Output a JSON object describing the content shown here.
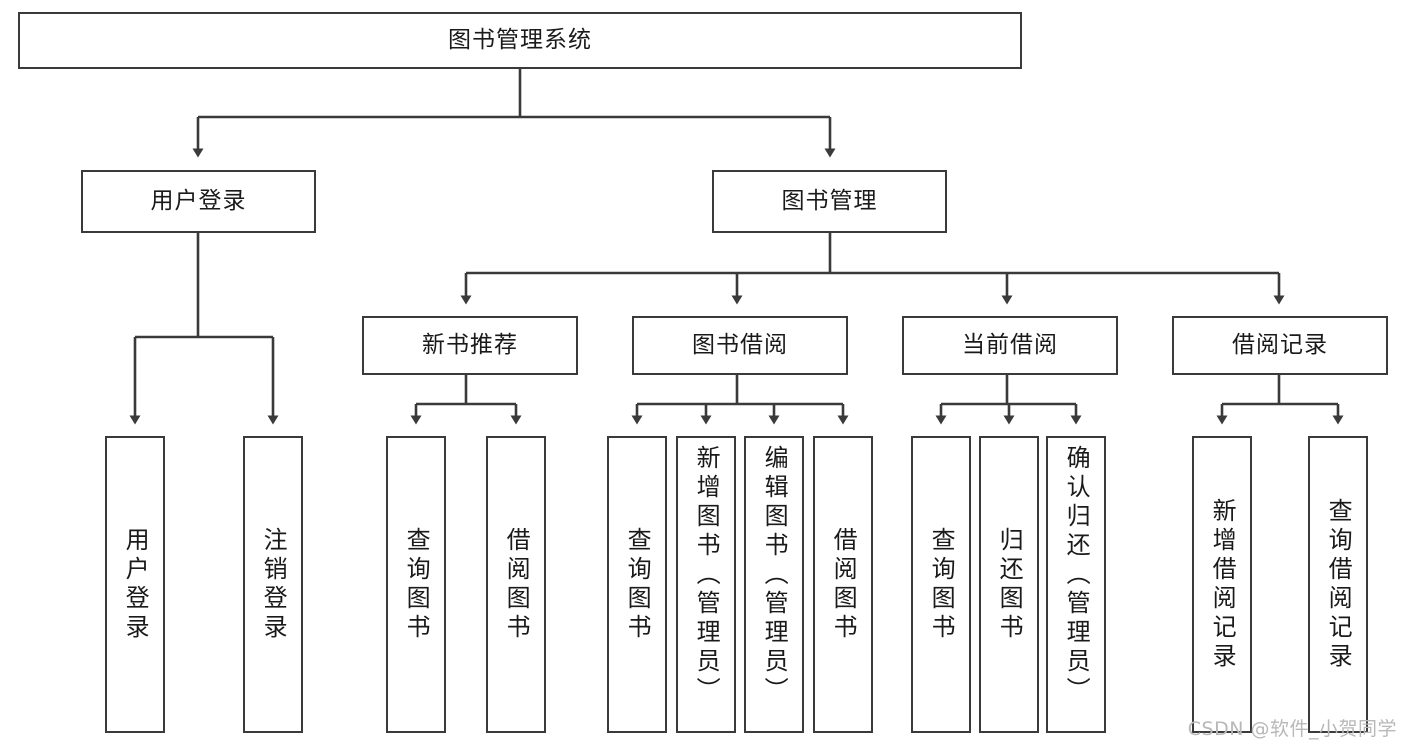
{
  "diagram": {
    "title": "图书管理系统",
    "type": "tree",
    "watermark": "CSDN @软件_小贺同学",
    "colors": {
      "box_border": "#3a3a3a",
      "box_fill": "#ffffff",
      "connector": "#3a3a3a",
      "text": "#1a1a1a",
      "watermark": "#b8b8b8"
    },
    "nodes": {
      "root": {
        "label": "图书管理系统",
        "level": 1,
        "orientation": "horizontal"
      },
      "user_login": {
        "label": "用户登录",
        "level": 2,
        "orientation": "horizontal"
      },
      "book_manage": {
        "label": "图书管理",
        "level": 2,
        "orientation": "horizontal"
      },
      "new_book_rec": {
        "label": "新书推荐",
        "level": 3,
        "orientation": "horizontal"
      },
      "book_borrow": {
        "label": "图书借阅",
        "level": 3,
        "orientation": "horizontal"
      },
      "current_borrow": {
        "label": "当前借阅",
        "level": 3,
        "orientation": "horizontal"
      },
      "borrow_record": {
        "label": "借阅记录",
        "level": 3,
        "orientation": "horizontal"
      },
      "leaf_user_login": {
        "label": "用户登录",
        "level": 4,
        "orientation": "vertical"
      },
      "leaf_logout": {
        "label": "注销登录",
        "level": 4,
        "orientation": "vertical"
      },
      "leaf_query_book_1": {
        "label": "查询图书",
        "level": 4,
        "orientation": "vertical"
      },
      "leaf_borrow_book_1": {
        "label": "借阅图书",
        "level": 4,
        "orientation": "vertical"
      },
      "leaf_query_book_2": {
        "label": "查询图书",
        "level": 4,
        "orientation": "vertical"
      },
      "leaf_add_book": {
        "label": "新增图书（管理员）",
        "level": 4,
        "orientation": "vertical"
      },
      "leaf_edit_book": {
        "label": "编辑图书（管理员）",
        "level": 4,
        "orientation": "vertical"
      },
      "leaf_borrow_book_2": {
        "label": "借阅图书",
        "level": 4,
        "orientation": "vertical"
      },
      "leaf_query_book_3": {
        "label": "查询图书",
        "level": 4,
        "orientation": "vertical"
      },
      "leaf_return_book": {
        "label": "归还图书",
        "level": 4,
        "orientation": "vertical"
      },
      "leaf_confirm_return": {
        "label": "确认归还（管理员）",
        "level": 4,
        "orientation": "vertical"
      },
      "leaf_add_record": {
        "label": "新增借阅记录",
        "level": 4,
        "orientation": "vertical"
      },
      "leaf_query_record": {
        "label": "查询借阅记录",
        "level": 4,
        "orientation": "vertical"
      }
    },
    "edges": [
      {
        "from": "root",
        "to": "user_login"
      },
      {
        "from": "root",
        "to": "book_manage"
      },
      {
        "from": "book_manage",
        "to": "new_book_rec"
      },
      {
        "from": "book_manage",
        "to": "book_borrow"
      },
      {
        "from": "book_manage",
        "to": "current_borrow"
      },
      {
        "from": "book_manage",
        "to": "borrow_record"
      },
      {
        "from": "user_login",
        "to": "leaf_user_login"
      },
      {
        "from": "user_login",
        "to": "leaf_logout"
      },
      {
        "from": "new_book_rec",
        "to": "leaf_query_book_1"
      },
      {
        "from": "new_book_rec",
        "to": "leaf_borrow_book_1"
      },
      {
        "from": "book_borrow",
        "to": "leaf_query_book_2"
      },
      {
        "from": "book_borrow",
        "to": "leaf_add_book"
      },
      {
        "from": "book_borrow",
        "to": "leaf_edit_book"
      },
      {
        "from": "book_borrow",
        "to": "leaf_borrow_book_2"
      },
      {
        "from": "current_borrow",
        "to": "leaf_query_book_3"
      },
      {
        "from": "current_borrow",
        "to": "leaf_return_book"
      },
      {
        "from": "current_borrow",
        "to": "leaf_confirm_return"
      },
      {
        "from": "borrow_record",
        "to": "leaf_add_record"
      },
      {
        "from": "borrow_record",
        "to": "leaf_query_record"
      }
    ]
  }
}
